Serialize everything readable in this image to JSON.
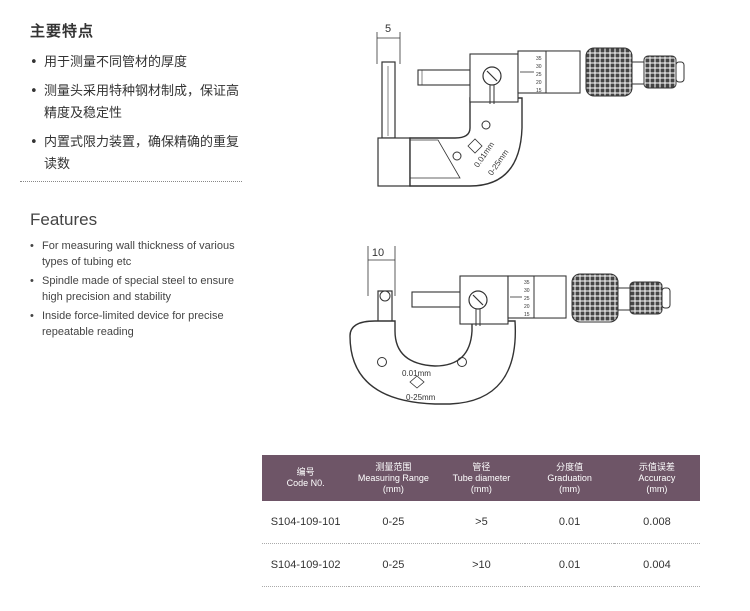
{
  "cn_section": {
    "title": "主要特点",
    "items": [
      "用于测量不同管材的厚度",
      "测量头采用特种钢材制成，保证高精度及稳定性",
      "内置式限力装置，确保精确的重复读数"
    ]
  },
  "en_section": {
    "title": "Features",
    "items": [
      "For measuring wall thickness of various types of tubing etc",
      "Spindle made of special steel to ensure high precision and stability",
      "Inside force-limited device for precise repeatable reading"
    ]
  },
  "figure1": {
    "dimension": "5",
    "graduation": "0.01mm",
    "range": "0-25mm",
    "scale_ticks": [
      "35",
      "30",
      "25",
      "20",
      "15"
    ]
  },
  "figure2": {
    "dimension": "10",
    "graduation": "0.01mm",
    "range": "0-25mm",
    "scale_ticks": [
      "35",
      "30",
      "25",
      "20",
      "15"
    ]
  },
  "table": {
    "headers": [
      {
        "cn": "编号",
        "en": "Code N0.",
        "unit": ""
      },
      {
        "cn": "测量范围",
        "en": "Measuring Range",
        "unit": "(mm)"
      },
      {
        "cn": "管径",
        "en": "Tube diameter",
        "unit": "(mm)"
      },
      {
        "cn": "分度值",
        "en": "Graduation",
        "unit": "(mm)"
      },
      {
        "cn": "示值误差",
        "en": "Accuracy",
        "unit": "(mm)"
      }
    ],
    "rows": [
      [
        "S104-109-101",
        "0-25",
        ">5",
        "0.01",
        "0.008"
      ],
      [
        "S104-109-102",
        "0-25",
        ">10",
        "0.01",
        "0.004"
      ]
    ],
    "header_color": "#6e5567"
  }
}
